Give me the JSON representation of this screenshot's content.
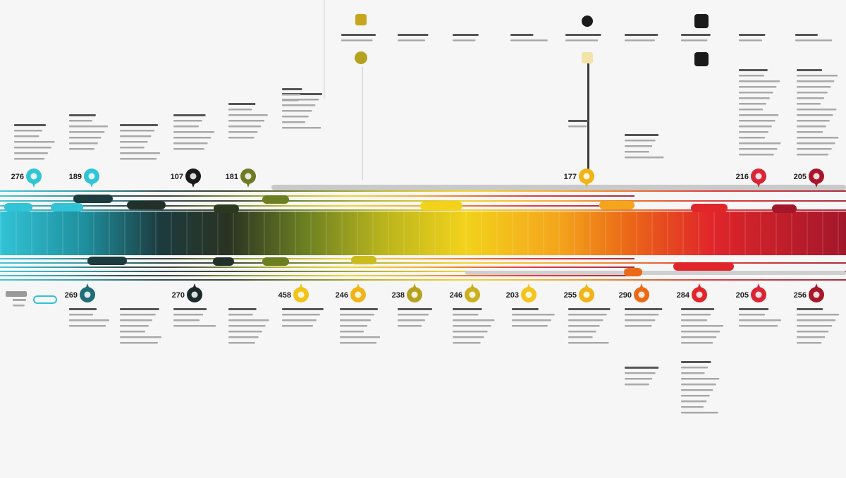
{
  "colors": {
    "background": "#f6f6f6",
    "gradient": [
      "#31c3d6",
      "#1f6d78",
      "#1c3b3e",
      "#2a2f22",
      "#6b7f22",
      "#b7b31c",
      "#f2d21b",
      "#f4a51c",
      "#eb6a17",
      "#e0262a",
      "#a3172a"
    ],
    "text_dark": "#222222",
    "text_muted": "#8a8a8a"
  },
  "top_milestones": [
    {
      "number": "276",
      "color": "#31c3d6",
      "icon": "plain-dot-icon"
    },
    {
      "number": "189",
      "color": "#31c3d6",
      "icon": "plain-dot-icon"
    },
    {
      "number": "107",
      "color": "#1a1a1a",
      "icon": "lock-icon"
    },
    {
      "number": "181",
      "color": "#6f7b25",
      "icon": "briefcase-icon"
    },
    {
      "number": "177",
      "color": "#f0b417",
      "icon": "heart-icon"
    },
    {
      "number": "216",
      "color": "#d92536",
      "icon": "lock-icon"
    },
    {
      "number": "205",
      "color": "#a8162a",
      "icon": "briefcase-icon"
    }
  ],
  "bottom_milestones": [
    {
      "number": "269",
      "color": "#1f6d78",
      "icon": "tree-icon"
    },
    {
      "number": "270",
      "color": "#1a2a2a",
      "icon": "lock-icon"
    },
    {
      "number": "458",
      "color": "#f0c419",
      "icon": "hexagon-icon"
    },
    {
      "number": "246",
      "color": "#f0b417",
      "icon": "lock-icon"
    },
    {
      "number": "238",
      "color": "#b5a21f",
      "icon": "briefcase-icon"
    },
    {
      "number": "246",
      "color": "#c9b021",
      "icon": "eye-icon"
    },
    {
      "number": "203",
      "color": "#f4c51c",
      "icon": "bulb-icon"
    },
    {
      "number": "255",
      "color": "#f0b417",
      "icon": "briefcase-icon"
    },
    {
      "number": "290",
      "color": "#eb6a17",
      "icon": "gear-icon"
    },
    {
      "number": "284",
      "color": "#e0262a",
      "icon": "drop-icon"
    },
    {
      "number": "205",
      "color": "#d92536",
      "icon": "briefcase-icon"
    },
    {
      "number": "256",
      "color": "#a8162a",
      "icon": "bird-icon"
    }
  ]
}
